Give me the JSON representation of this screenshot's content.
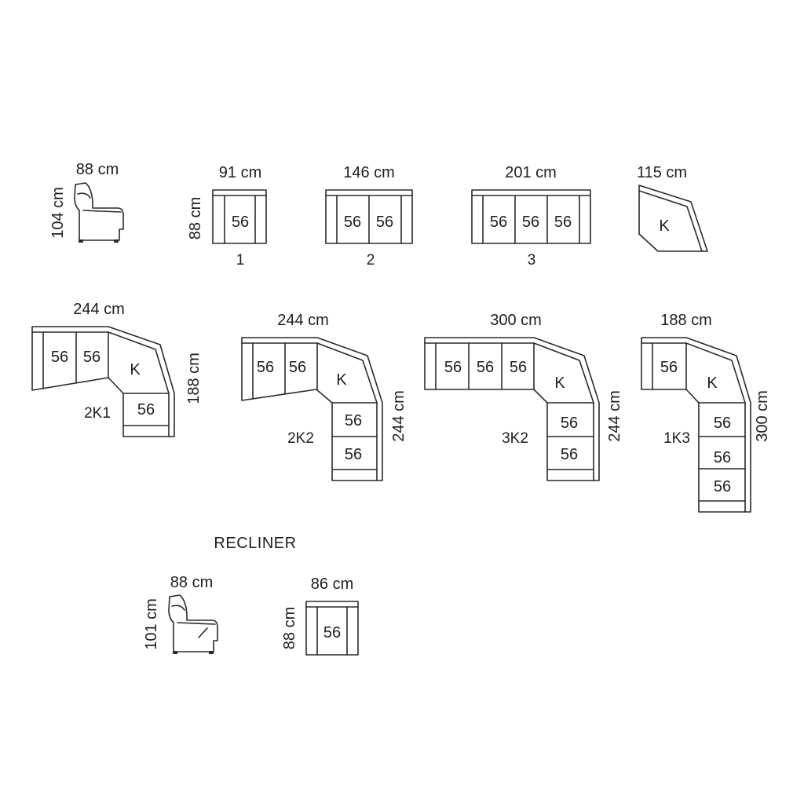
{
  "standard": {
    "chair": {
      "width": "88 cm",
      "height": "104 cm"
    },
    "module_1": {
      "width": "91 cm",
      "depth": "88 cm",
      "seats": [
        "56"
      ],
      "label": "1"
    },
    "module_2": {
      "width": "146 cm",
      "seats": [
        "56",
        "56"
      ],
      "label": "2"
    },
    "module_3": {
      "width": "201 cm",
      "seats": [
        "56",
        "56",
        "56"
      ],
      "label": "3"
    },
    "corner": {
      "width": "115 cm",
      "seat": "K"
    }
  },
  "corners": {
    "k_2k1": {
      "width": "244 cm",
      "depth": "188 cm",
      "seats": [
        "56",
        "56",
        "56"
      ],
      "corner_seat": "K",
      "label": "2K1"
    },
    "k_2k2": {
      "width": "244 cm",
      "depth": "244 cm",
      "seats": [
        "56",
        "56",
        "56",
        "56"
      ],
      "corner_seat": "K",
      "label": "2K2"
    },
    "k_3k2": {
      "width": "300 cm",
      "depth": "244 cm",
      "seats": [
        "56",
        "56",
        "56",
        "56",
        "56"
      ],
      "corner_seat": "K",
      "label": "3K2"
    },
    "k_1k3": {
      "width": "188 cm",
      "depth": "300 cm",
      "seats": [
        "56",
        "56",
        "56",
        "56"
      ],
      "corner_seat": "K",
      "label": "1K3"
    }
  },
  "recliner": {
    "title": "RECLINER",
    "chair": {
      "width": "88 cm",
      "height": "101 cm"
    },
    "module": {
      "width": "86 cm",
      "depth": "88 cm",
      "seat": "56"
    }
  }
}
